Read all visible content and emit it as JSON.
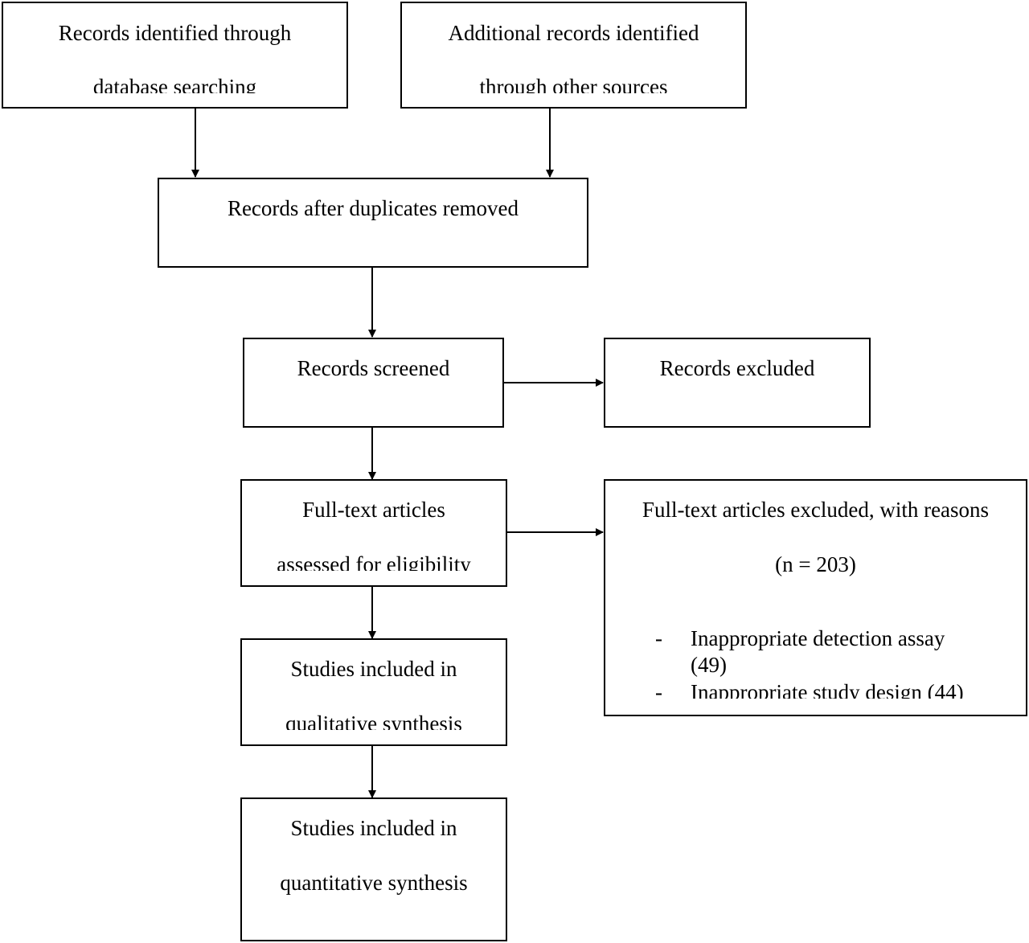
{
  "boxes": {
    "db_search": {
      "line1": "Records identified through",
      "line2": "database searching"
    },
    "other_sources": {
      "line1": "Additional records identified",
      "line2": "through other sources"
    },
    "dedup": {
      "line1": "Records after duplicates removed"
    },
    "screened": {
      "line1": "Records screened"
    },
    "excluded": {
      "line1": "Records excluded"
    },
    "fulltext": {
      "line1": "Full-text articles",
      "line2": "assessed for eligibility"
    },
    "fulltext_excluded": {
      "line1": "Full-text articles excluded, with reasons",
      "count": "(n = 203)",
      "reasons": [
        {
          "dash": "-",
          "text": "Inappropriate detection assay",
          "cont": "(49)"
        },
        {
          "dash": "-",
          "text": "Inappropriate study design (44)"
        }
      ]
    },
    "qualitative": {
      "line1": "Studies included in",
      "line2": "qualitative synthesis"
    },
    "quantitative": {
      "line1": "Studies included in",
      "line2": "quantitative synthesis"
    }
  }
}
